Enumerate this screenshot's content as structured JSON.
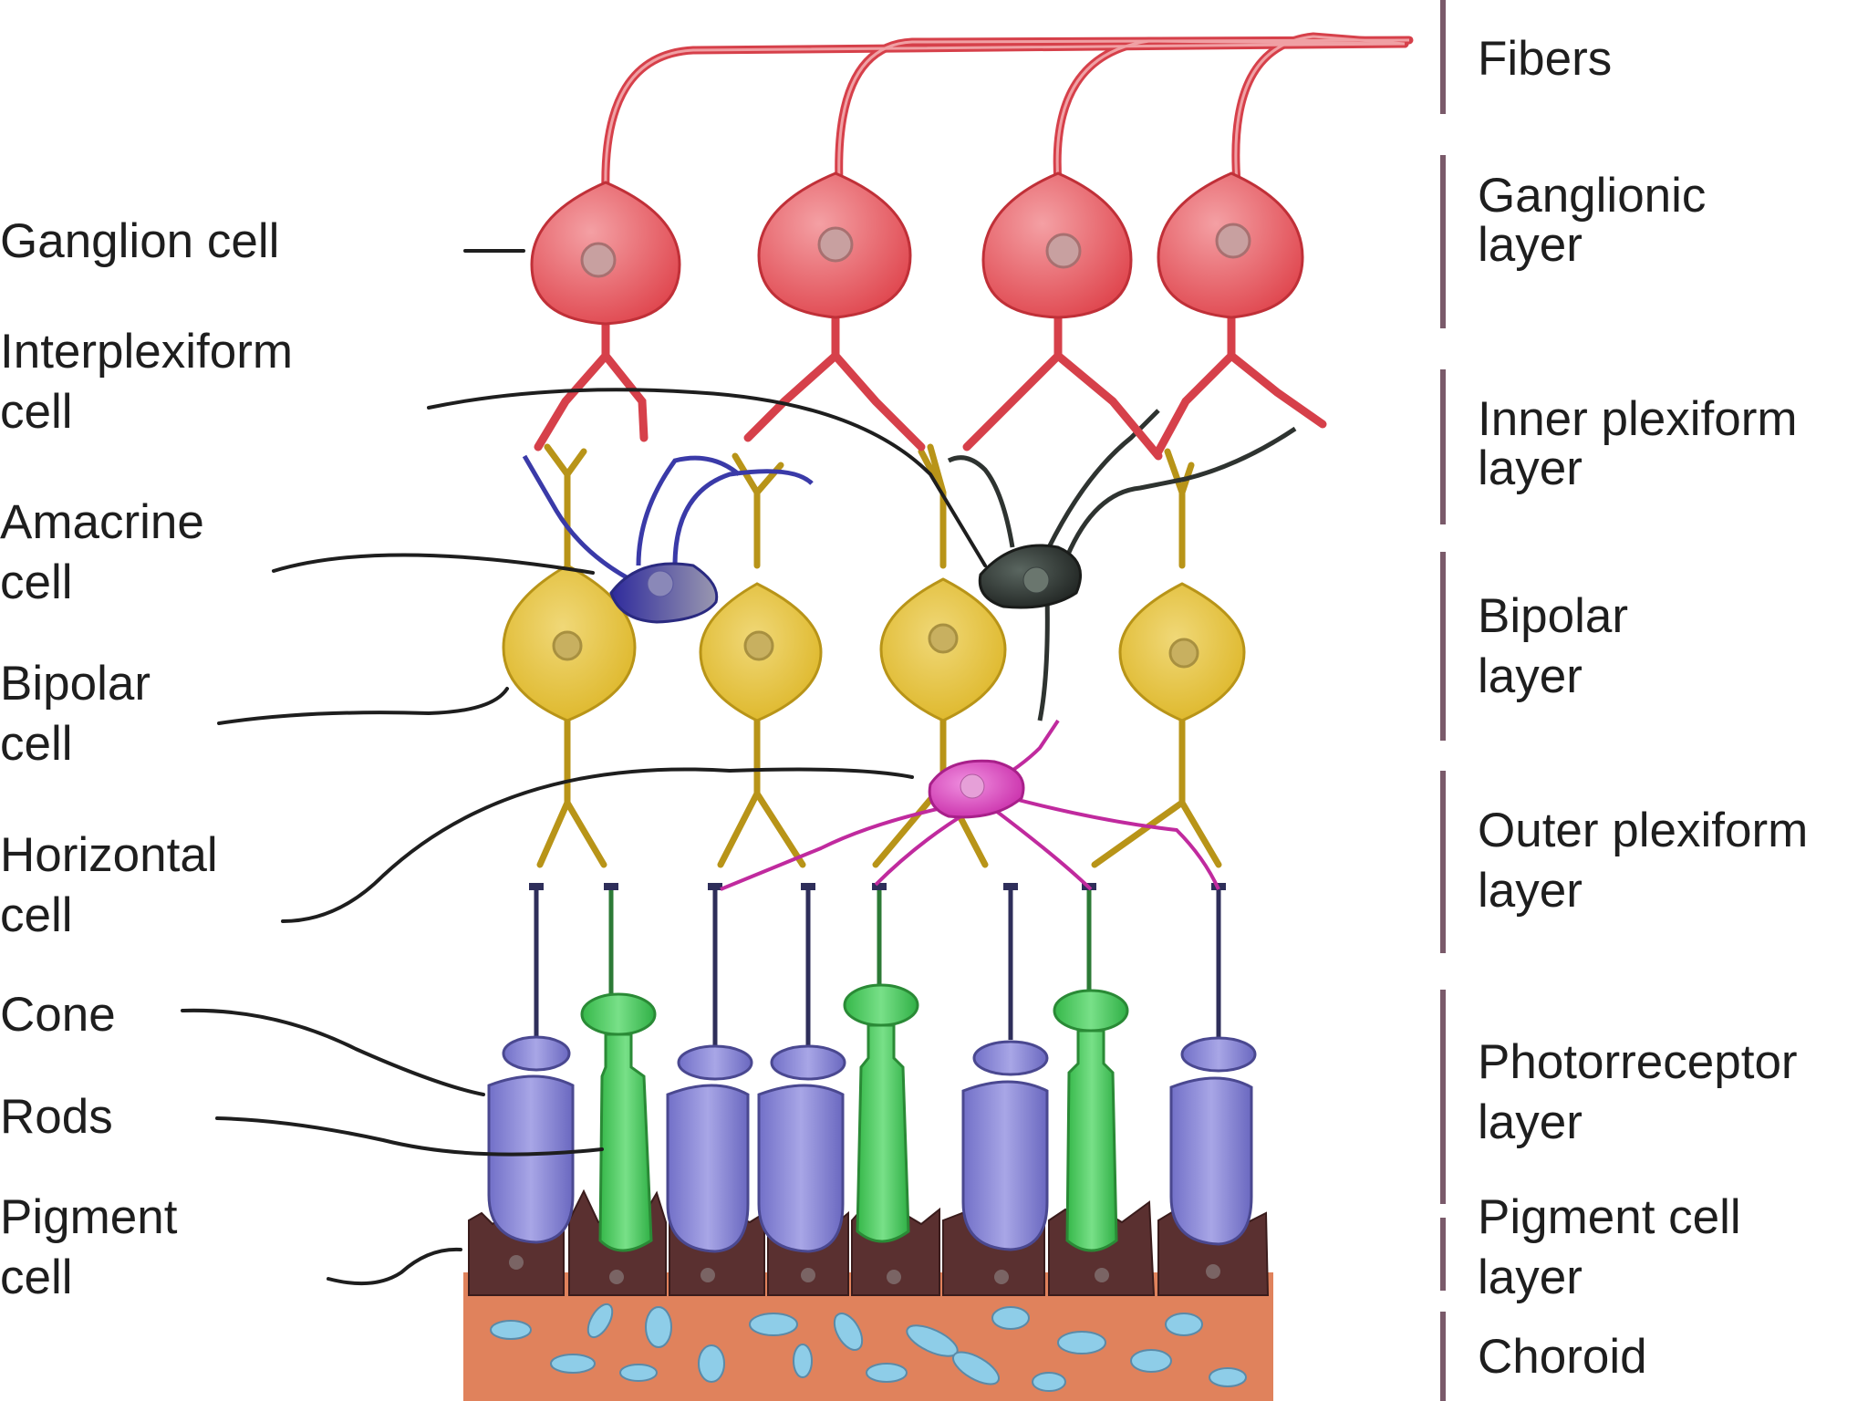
{
  "cell_labels": {
    "ganglion": [
      "Ganglion cell"
    ],
    "interplexiform": [
      "Interplexiform",
      "cell"
    ],
    "amacrine": [
      "Amacrine",
      "cell"
    ],
    "bipolar": [
      "Bipolar",
      "cell"
    ],
    "horizontal": [
      "Horizontal",
      "cell"
    ],
    "cone": [
      "Cone"
    ],
    "rods": [
      "Rods"
    ],
    "pigment": [
      "Pigment",
      "cell"
    ]
  },
  "layer_labels": {
    "fibers": [
      "Fibers"
    ],
    "ganglionic": [
      "Ganglionic",
      "layer"
    ],
    "inner_plexiform": [
      "Inner plexiform",
      "layer"
    ],
    "bipolar": [
      "Bipolar",
      "layer"
    ],
    "outer_plexiform": [
      "Outer plexiform",
      "layer"
    ],
    "photoreceptor": [
      "Photorreceptor",
      "layer"
    ],
    "pigment": [
      "Pigment cell",
      "layer"
    ],
    "choroid": [
      "Choroid"
    ]
  },
  "colors": {
    "ganglion": "#e8525a",
    "bipolar": "#e2c230",
    "amacrine": "#3a3aa8",
    "interplexiform": "#2e3330",
    "horizontal": "#d838b8",
    "cone": "#8a88d8",
    "rod": "#4ccc5c",
    "pigment": "#5a3030",
    "choroid": "#e0825c",
    "vessel": "#8ecde8",
    "divider": "#7a5a6a"
  }
}
